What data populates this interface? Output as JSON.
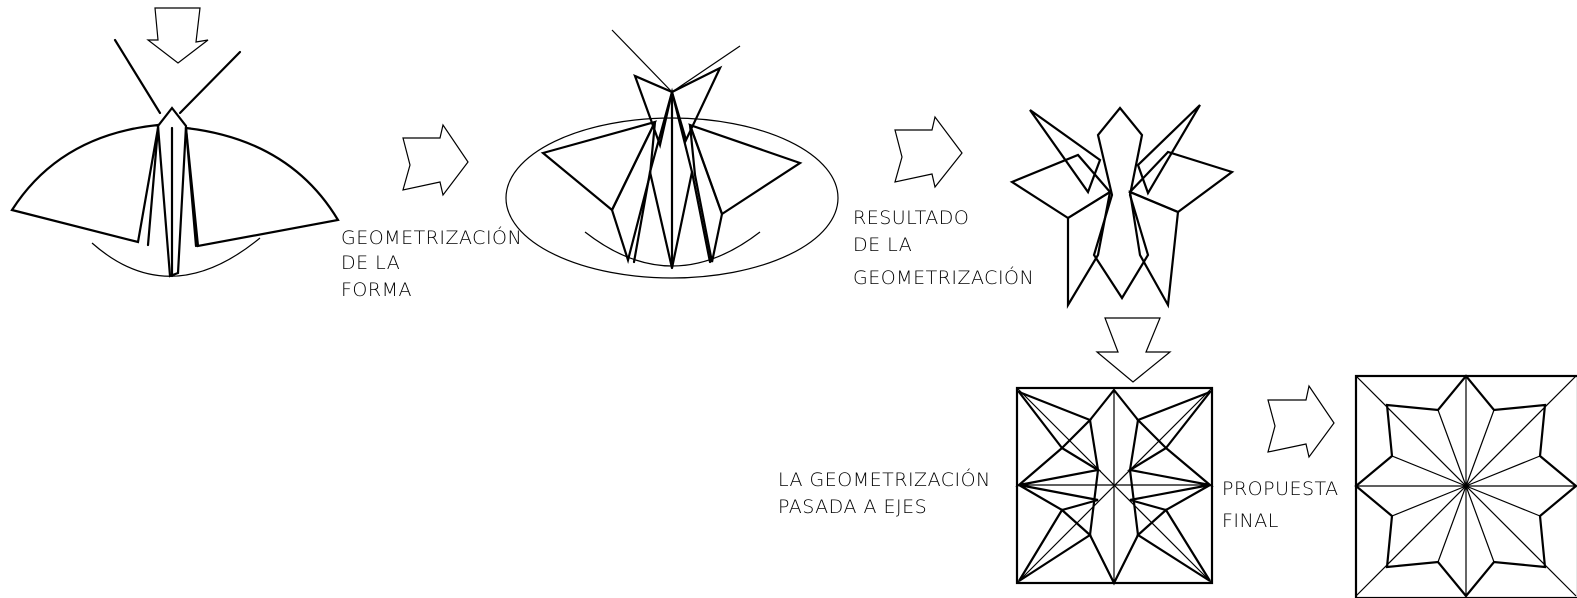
{
  "labels": {
    "step1": [
      "GEOMETRIZACIÓN",
      "DE LA",
      "FORMA"
    ],
    "step2": [
      "RESULTADO",
      "DE LA",
      "GEOMETRIZACIÓN"
    ],
    "step3": [
      "LA GEOMETRIZACIÓN",
      "PASADA A EJES"
    ],
    "step4": [
      "PROPUESTA",
      "FINAL"
    ]
  },
  "colors": {
    "line": "#000000",
    "background": "#ffffff"
  },
  "icons": [
    "arrow-down-icon",
    "arrow-right-icon"
  ]
}
